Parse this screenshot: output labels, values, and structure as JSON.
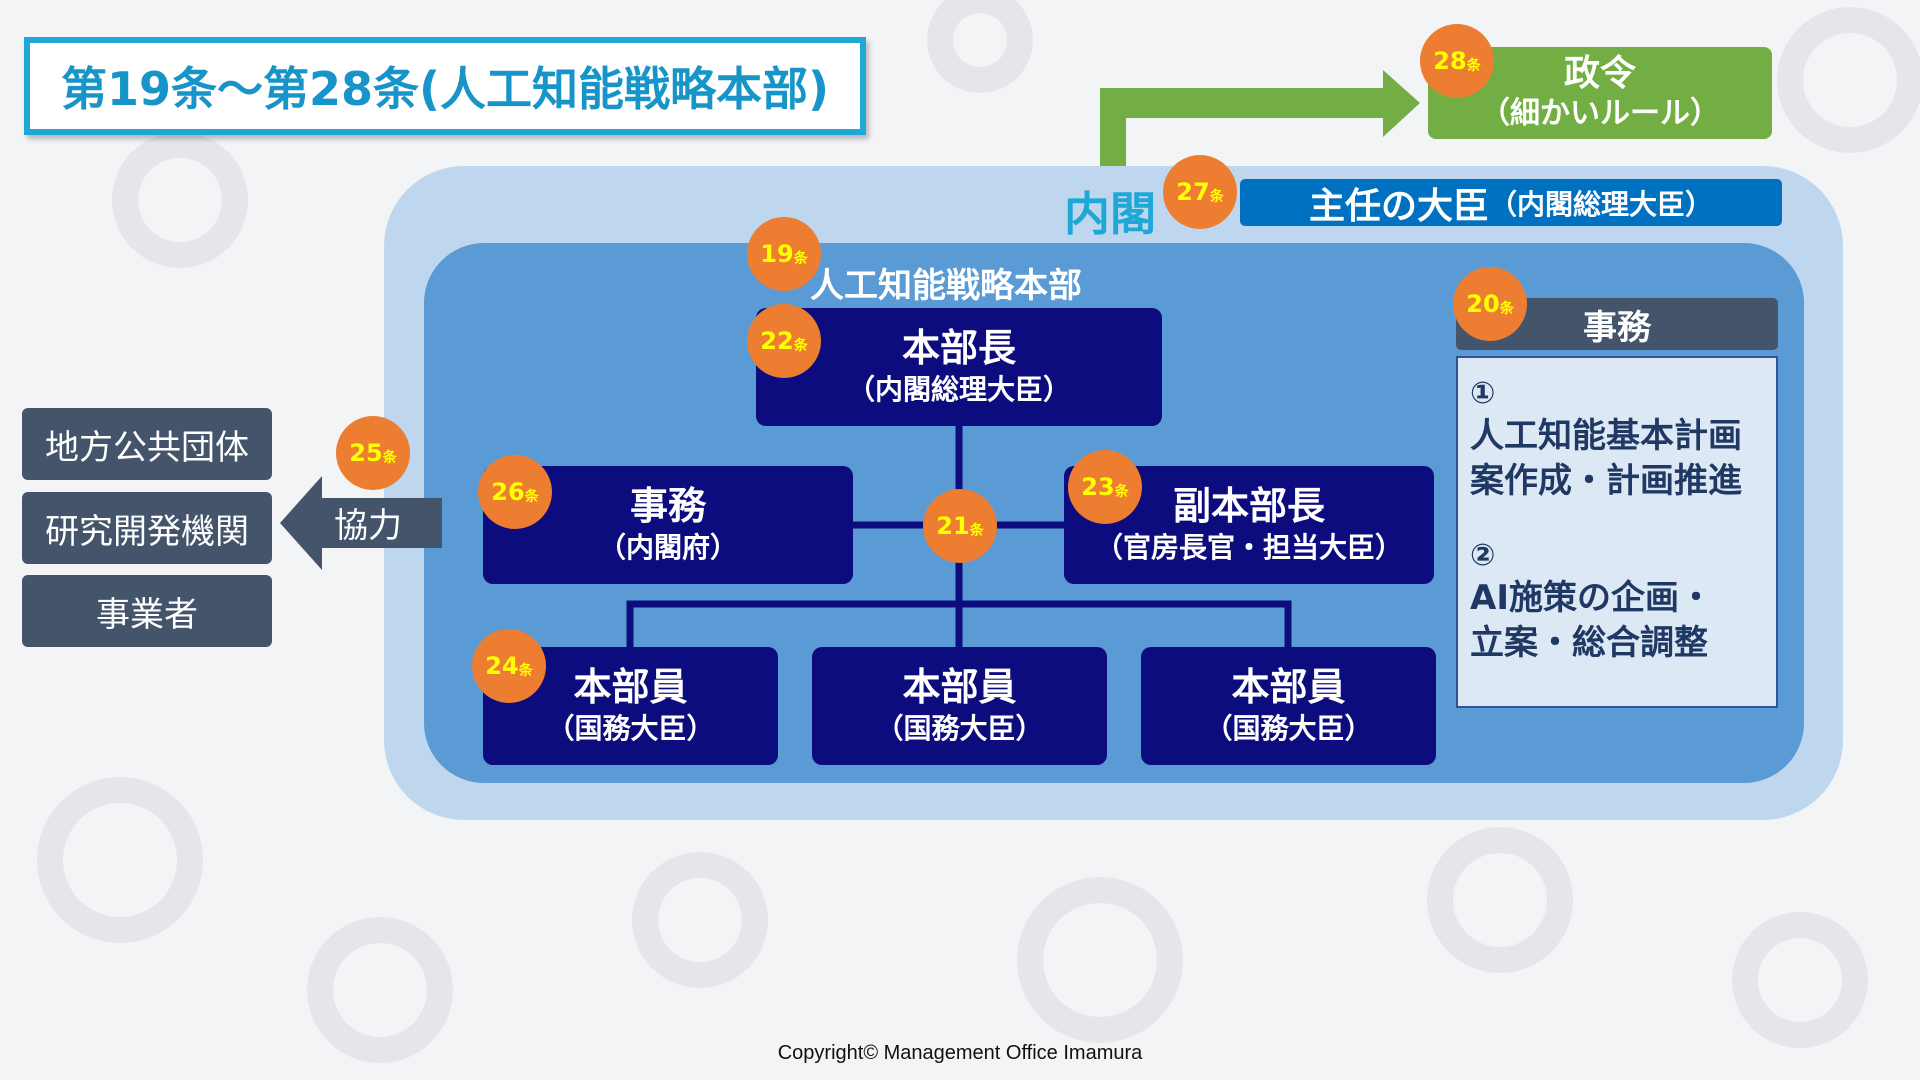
{
  "title": "第19条～第28条(人工知能戦略本部)",
  "seirei": {
    "main": "政令",
    "sub": "（細かいルール）"
  },
  "cabinet": {
    "label": "内閣",
    "minister_main": "主任の大臣",
    "minister_sub": "（内閣総理大臣）"
  },
  "hq": {
    "label": "人工知能戦略本部",
    "chief": {
      "title": "本部長",
      "sub": "（内閣総理大臣）"
    },
    "jimu": {
      "title": "事務",
      "sub": "（内閣府）"
    },
    "deputy": {
      "title": "副本部長",
      "sub": "（官房長官・担当大臣）"
    },
    "members": [
      {
        "title": "本部員",
        "sub": "（国務大臣）"
      },
      {
        "title": "本部員",
        "sub": "（国務大臣）"
      },
      {
        "title": "本部員",
        "sub": "（国務大臣）"
      }
    ]
  },
  "affairs": {
    "heading": "事務",
    "items": [
      {
        "num": "①",
        "line1": "人工知能基本計画",
        "line2": "案作成・計画推進"
      },
      {
        "num": "②",
        "line1": "AI施策の企画・",
        "line2": "立案・総合調整"
      }
    ]
  },
  "left_entities": [
    "地方公共団体",
    "研究開発機関",
    "事業者"
  ],
  "cooperation": "協力",
  "badges": {
    "b19": "19",
    "b20": "20",
    "b21": "21",
    "b22": "22",
    "b23": "23",
    "b24": "24",
    "b25": "25",
    "b26": "26",
    "b27": "27",
    "b28": "28",
    "suffix": "条"
  },
  "colors": {
    "title_accent": "#1fa7d6",
    "green": "#72ae43",
    "navy_box": "#0c0c7e",
    "hq_blue": "#5b9bd5",
    "cabinet_light": "#bfd7ee",
    "badge_orange": "#ed7d31",
    "badge_text": "#ffff00"
  },
  "copyright": "Copyright© Management Office Imamura"
}
